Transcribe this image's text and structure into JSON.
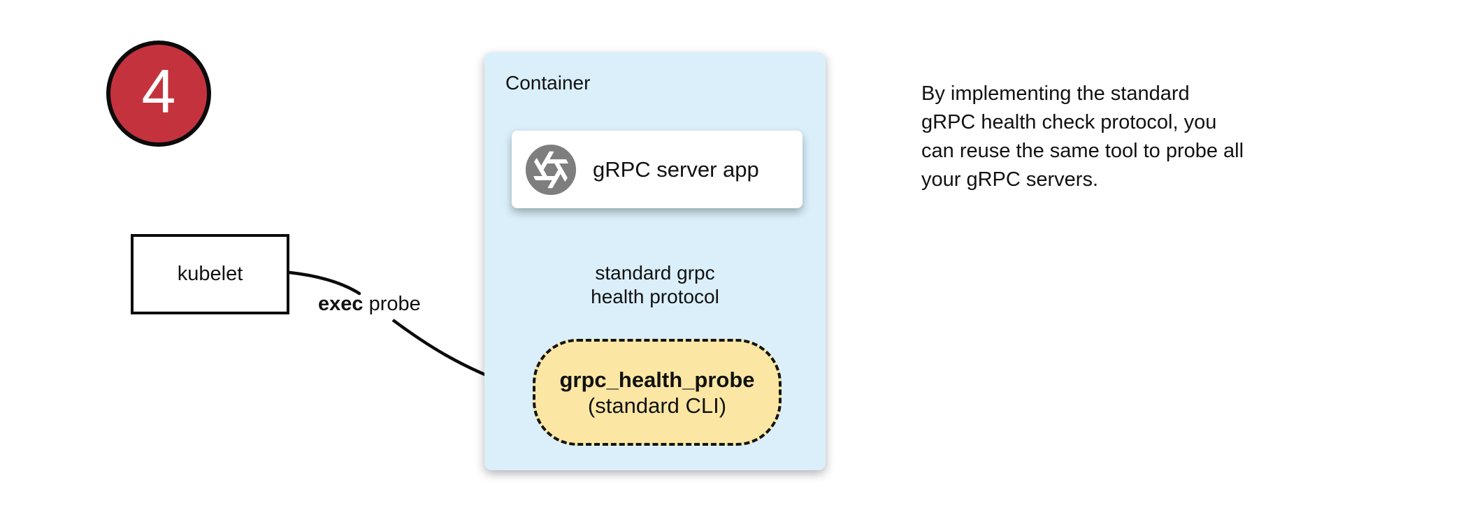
{
  "step_badge": {
    "number": "4",
    "fill_color": "#c4323e",
    "text_color": "#ffffff"
  },
  "kubelet_box": {
    "label": "kubelet"
  },
  "exec_probe_label": {
    "bold": "exec",
    "rest": " probe"
  },
  "container": {
    "label": "Container",
    "bg_color": "#daeffa"
  },
  "server_card": {
    "label": "gRPC server app",
    "icon": "aperture-icon",
    "icon_color": "#7e7e7e"
  },
  "protocol_arrow_label": {
    "lines": [
      "standard grpc",
      "health protocol"
    ]
  },
  "probe_pill": {
    "title": "grpc_health_probe",
    "subtitle": "(standard CLI)",
    "bg_color": "#fbe7a3"
  },
  "caption": {
    "lines": [
      "By implementing the standard",
      "gRPC health check protocol, you",
      "can reuse the same tool to probe all",
      "your gRPC servers."
    ]
  }
}
